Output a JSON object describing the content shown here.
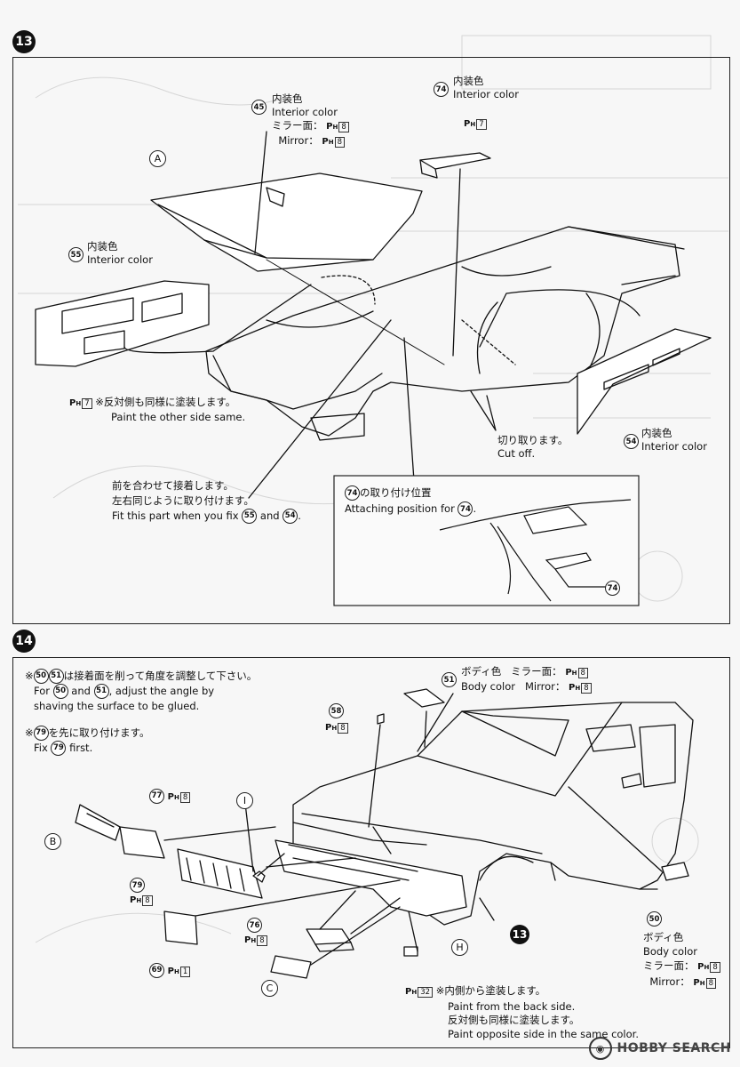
{
  "step13": {
    "number": "13",
    "part45": {
      "num": "45",
      "jp": "内装色",
      "en": "Interior color",
      "mirror_jp": "ミラー面：",
      "mirror_en": "Mirror：",
      "paint": "8"
    },
    "part74": {
      "num": "74",
      "jp": "内装色",
      "en": "Interior color",
      "paint": "7"
    },
    "part55": {
      "num": "55",
      "jp": "内装色",
      "en": "Interior color"
    },
    "part54": {
      "num": "54",
      "jp": "内装色",
      "en": "Interior color"
    },
    "letter_a": "A",
    "other_side": {
      "paint": "7",
      "jp": "※反対側も同様に塗装します。",
      "en": "Paint the other side same."
    },
    "cut_off": {
      "jp": "切り取ります。",
      "en": "Cut off."
    },
    "fit_note": {
      "jp1": "前を合わせて接着します。",
      "jp2": "左右同じように取り付けます。",
      "en_pre": "Fit this part when you fix",
      "en_and": "and",
      "num_a": "55",
      "num_b": "54"
    },
    "inset": {
      "num": "74",
      "jp": "の取り付け位置",
      "en_pre": "Attaching position for",
      "num_label": "74"
    }
  },
  "step14": {
    "number": "14",
    "note1": {
      "num_a": "50",
      "num_b": "51",
      "jp": "は接着面を削って角度を調整して下さい。",
      "en_pre": "For",
      "en_and": "and",
      "en_post": ", adjust the angle by",
      "en2": "shaving the surface to be glued."
    },
    "note2": {
      "num": "79",
      "jp": "を先に取り付けます。",
      "en_pre": "Fix",
      "en_post": "first."
    },
    "part51": {
      "num": "51",
      "jp": "ボディ色",
      "en": "Body color",
      "mirror_jp": "ミラー面：",
      "mirror_en": "Mirror：",
      "paint": "8"
    },
    "part58": {
      "num": "58",
      "paint": "8"
    },
    "part77": {
      "num": "77",
      "paint": "8"
    },
    "part79": {
      "num": "79",
      "paint": "8"
    },
    "part76": {
      "num": "76",
      "paint": "8"
    },
    "part69": {
      "num": "69",
      "paint": "1"
    },
    "part50": {
      "num": "50",
      "jp": "ボディ色",
      "en": "Body color",
      "mirror_jp": "ミラー面：",
      "mirror_en": "Mirror：",
      "paint": "8"
    },
    "letters": {
      "b": "B",
      "c": "C",
      "h": "H",
      "i": "I"
    },
    "ref13": "13",
    "back_note": {
      "paint": "32",
      "jp1": "※内側から塗装します。",
      "en1": "Paint from the back side.",
      "jp2": "反対側も同様に塗装します。",
      "en2": "Paint opposite side in the same color."
    }
  },
  "watermark": {
    "brand": "HOBBY SEARCH"
  },
  "colors": {
    "ink": "#111111",
    "paper": "#f7f7f7",
    "ghost": "#c9c9c9"
  }
}
